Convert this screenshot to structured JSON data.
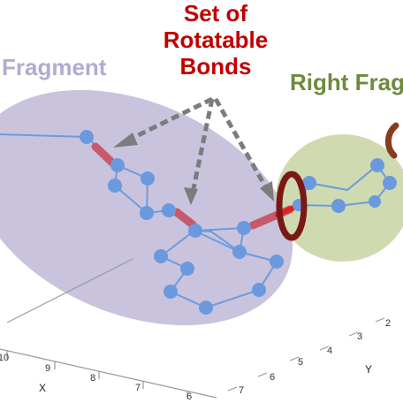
{
  "labels": {
    "left_fragment": "Fragment",
    "bonds_line1": "Set of",
    "bonds_line2": "Rotatable",
    "bonds_line3": "Bonds",
    "right_fragment": "Right Frag"
  },
  "axes": {
    "x_title": "X",
    "y_title": "Y",
    "x_ticks": [
      "10",
      "9",
      "8",
      "7",
      "6"
    ],
    "y_ticks": [
      "7",
      "6",
      "5",
      "4",
      "3",
      "2"
    ]
  },
  "colors": {
    "left_region": "#c9c3de",
    "right_region": "#cfdab1",
    "atom": "#6b99dd",
    "bond_line": "#6d9bdc",
    "rotatable_bond": "#c65a6a",
    "highlight_ring": "#7a1818",
    "bonds_text": "#c00000",
    "left_text": "#b2abd1",
    "right_text": "#6e8a3c",
    "arrow": "#7c7c7c",
    "axis": "#9a9a9a"
  }
}
